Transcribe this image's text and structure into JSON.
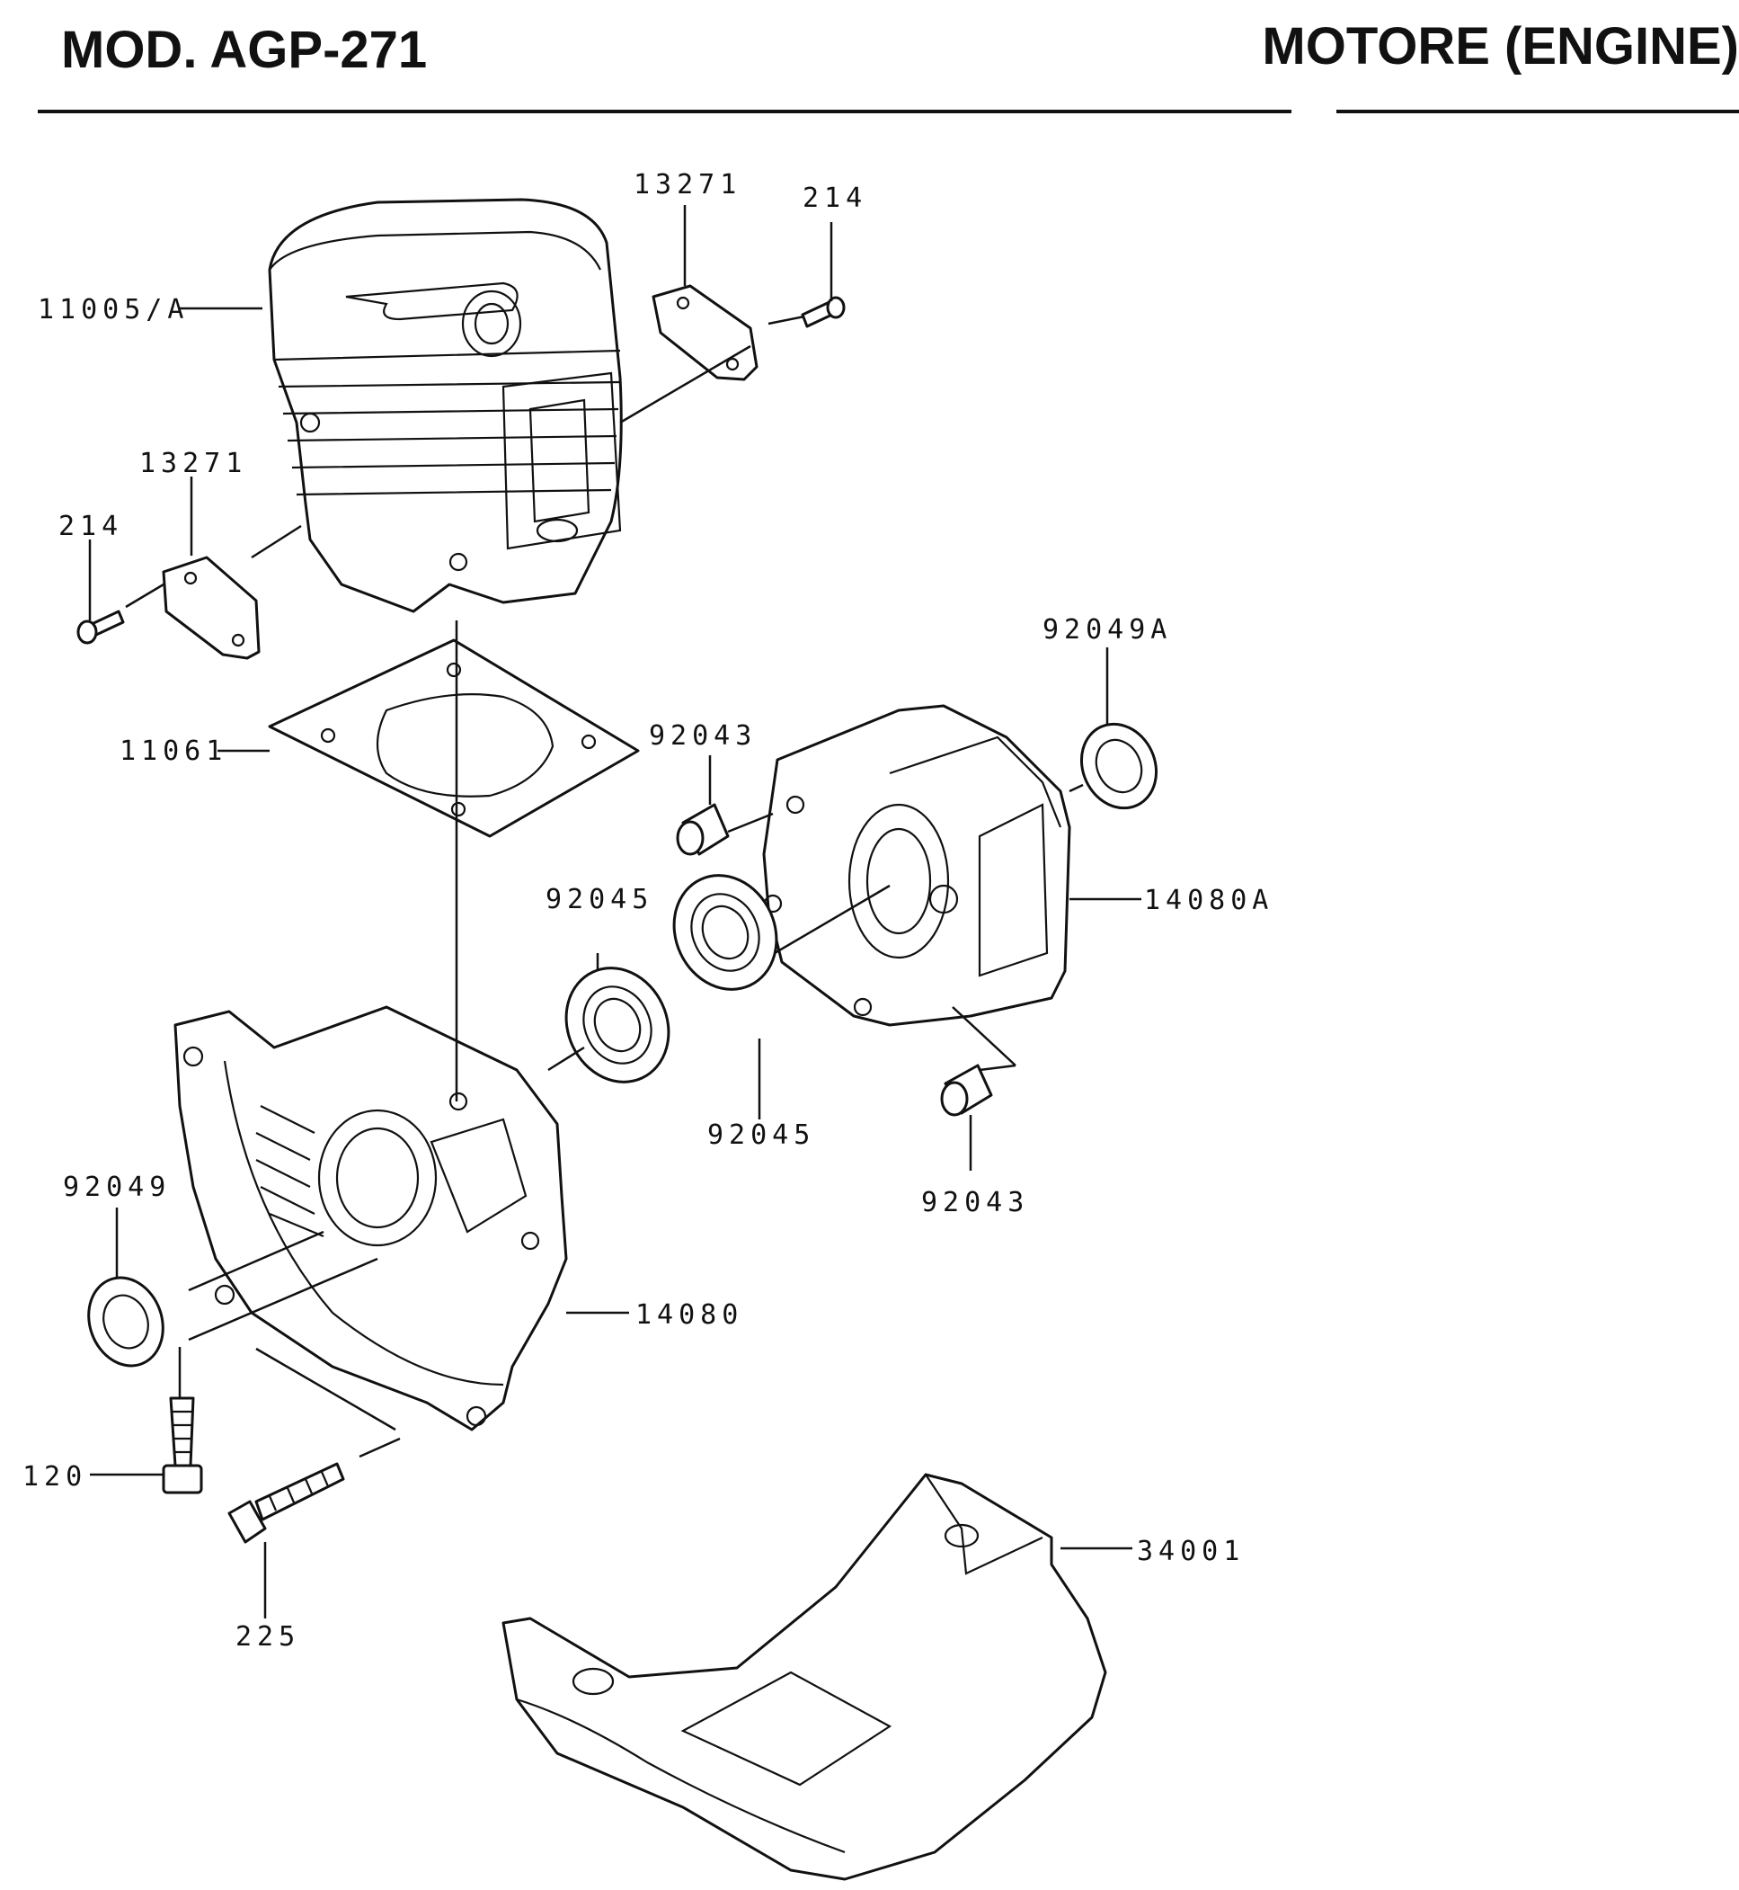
{
  "header": {
    "model": "MOD. AGP-271",
    "section": "MOTORE (ENGINE)"
  },
  "parts": {
    "cylinder": "11005/A",
    "cover_top": "13271",
    "screw_top": "214",
    "cover_left": "13271",
    "screw_left": "214",
    "gasket": "11061",
    "pin_upper": "92043",
    "seal_right": "92049A",
    "crankcase_right": "14080A",
    "bearing_upper": "92045",
    "bearing_lower": "92045",
    "pin_lower": "92043",
    "seal_left": "92049",
    "crankcase_left": "14080",
    "bolt": "120",
    "screw": "225",
    "guard": "34001"
  }
}
